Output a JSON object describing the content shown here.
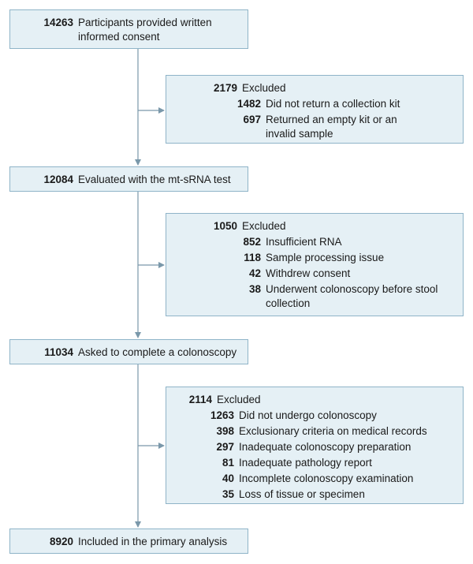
{
  "steps": [
    {
      "count": "14263",
      "label": "Participants provided written informed consent"
    },
    {
      "count": "12084",
      "label": "Evaluated with the mt-sRNA test"
    },
    {
      "count": "11034",
      "label": "Asked to complete a colonoscopy"
    },
    {
      "count": "8920",
      "label": "Included in the primary analysis"
    }
  ],
  "exclusions": [
    {
      "count": "2179",
      "label": "Excluded",
      "reasons": [
        {
          "count": "1482",
          "label": "Did not return a collection kit"
        },
        {
          "count": "697",
          "label": "Returned an empty kit or an invalid sample"
        }
      ]
    },
    {
      "count": "1050",
      "label": "Excluded",
      "reasons": [
        {
          "count": "852",
          "label": "Insufficient RNA"
        },
        {
          "count": "118",
          "label": "Sample processing issue"
        },
        {
          "count": "42",
          "label": "Withdrew consent"
        },
        {
          "count": "38",
          "label": "Underwent colonoscopy before stool collection"
        }
      ]
    },
    {
      "count": "2114",
      "label": "Excluded",
      "reasons": [
        {
          "count": "1263",
          "label": "Did not undergo colonoscopy"
        },
        {
          "count": "398",
          "label": "Exclusionary criteria on medical records"
        },
        {
          "count": "297",
          "label": "Inadequate colonoscopy preparation"
        },
        {
          "count": "81",
          "label": "Inadequate pathology report"
        },
        {
          "count": "40",
          "label": "Incomplete colonoscopy examination"
        },
        {
          "count": "35",
          "label": "Loss of tissue or specimen"
        }
      ]
    }
  ]
}
